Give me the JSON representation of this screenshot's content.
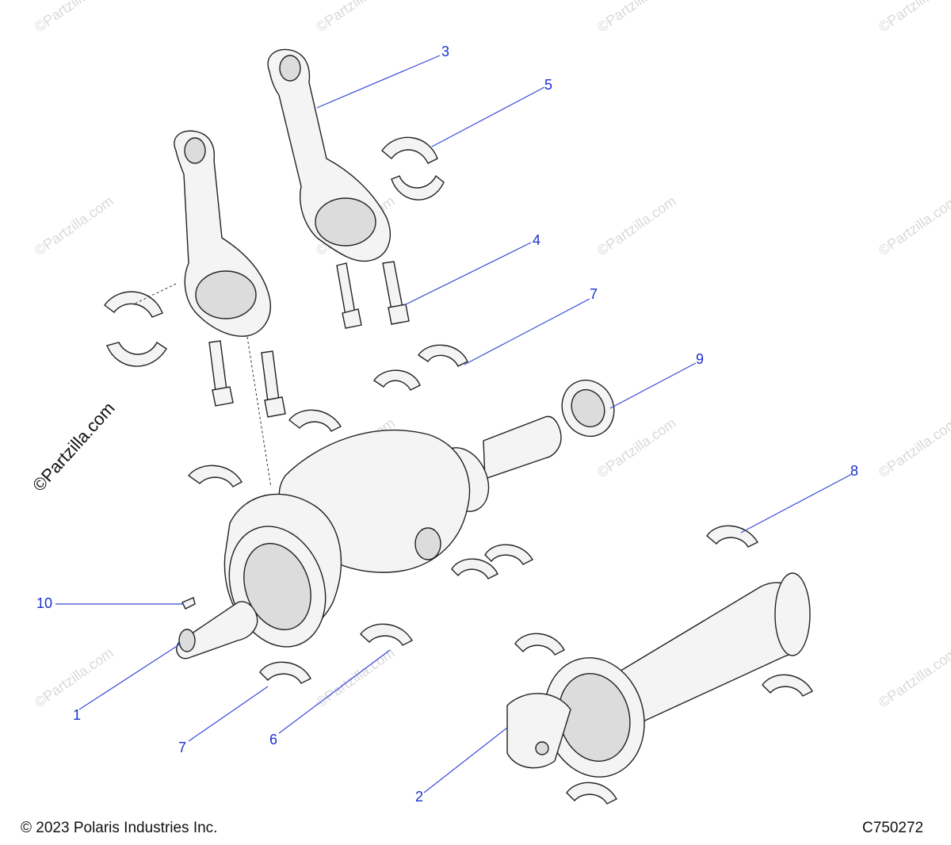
{
  "diagram": {
    "footer": {
      "copyright": "© 2023 Polaris Industries Inc.",
      "code": "C750272"
    },
    "watermark": {
      "text": "©Partzilla.com",
      "main_text": "©Partzilla.com"
    },
    "callouts": [
      {
        "id": "c1",
        "label": "1"
      },
      {
        "id": "c2",
        "label": "2"
      },
      {
        "id": "c3",
        "label": "3"
      },
      {
        "id": "c4",
        "label": "4"
      },
      {
        "id": "c5",
        "label": "5"
      },
      {
        "id": "c6",
        "label": "6"
      },
      {
        "id": "c7a",
        "label": "7"
      },
      {
        "id": "c7b",
        "label": "7"
      },
      {
        "id": "c8",
        "label": "8"
      },
      {
        "id": "c9",
        "label": "9"
      },
      {
        "id": "c10",
        "label": "10"
      }
    ],
    "colors": {
      "callout": "#1a2fd0",
      "leader": "#3a4bd8",
      "part_fill": "#f4f4f4",
      "outline": "#222222"
    }
  }
}
